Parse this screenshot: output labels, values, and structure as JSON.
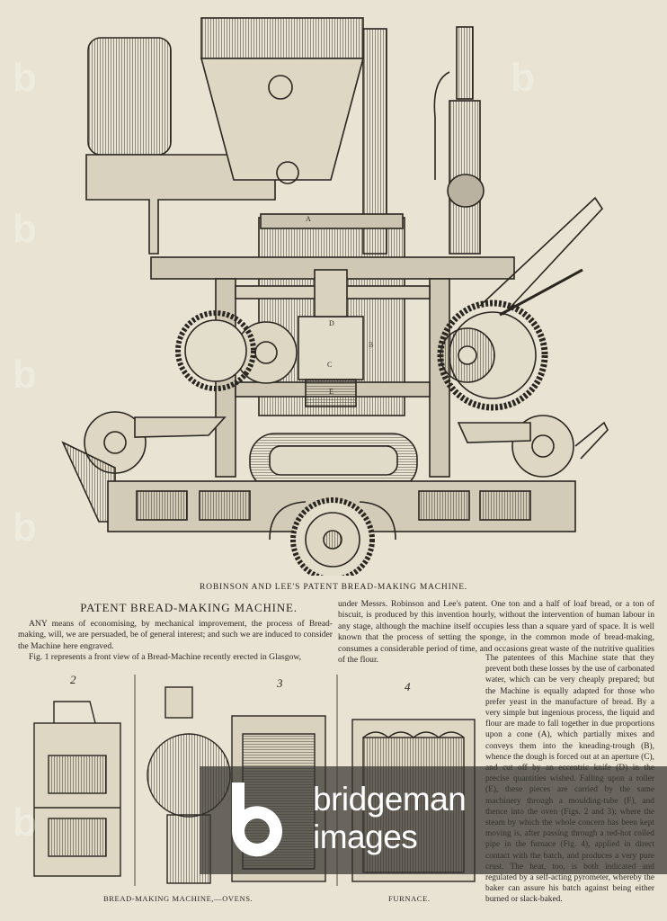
{
  "figure_caption": "ROBINSON AND LEE'S PATENT BREAD-MAKING MACHINE.",
  "labels": {
    "a": "A",
    "b": "B",
    "c": "C",
    "d": "D",
    "e": "E"
  },
  "article": {
    "title": "PATENT BREAD-MAKING MACHINE.",
    "left_paragraph_1": "ANY means of economising, by mechanical improvement, the process of Bread-making, will, we are persuaded, be of general interest; and such we are induced to consider the Machine here engraved.",
    "left_paragraph_2": "Fig. 1 represents a front view of a Bread-Machine recently erected in Glasgow,",
    "right_top": "under Messrs. Robinson and Lee's patent. One ton and a half of loaf bread, or a ton of biscuit, is produced by this invention hourly, without the intervention of human labour in any stage, although the machine itself occupies less than a square yard of space. It is well known that the process of setting the sponge, in the common mode of bread-making, consumes a considerable period of time, and occasions great waste of the nutritive qualities of the flour.",
    "right_narrow": "The patentees of this Machine state that they prevent both these losses by the use of carbonated water, which can be very cheaply prepared; but the Machine is equally adapted for those who prefer yeast in the manufacture of bread. By a very simple but ingenious process, the liquid and flour are made to fall together in due proportions upon a cone (A), which partially mixes and conveys them into the kneading-trough (B), whence the dough is forced out at an aperture (C), and cut off by an eccentric knife (D) in the precise quantities wished. Falling upon a roller (E), these pieces are carried by the same machinery through a moulding-tube (F), and thence into the oven (Figs. 2 and 3); where the steam by which the whole concern has been kept moving is, after passing through a red-hot coiled pipe in the furnace (Fig. 4), applied in direct contact with the batch, and produces a very pure crust. The heat, too, is both indicated and regulated by a self-acting pyrometer, whereby the baker can assure his batch against being either burned or slack-baked."
  },
  "figures": {
    "fig2_number": "2",
    "fig3_number": "3",
    "fig4_number": "4",
    "caption_ovens": "BREAD-MAKING MACHINE,—OVENS.",
    "caption_furnace": "FURNACE."
  },
  "watermark": {
    "line1": "bridgeman",
    "line2": "images",
    "faint_letter": "b"
  },
  "colors": {
    "paper": "#e8e3d3",
    "ink": "#2a2620",
    "watermark_band": "#373430"
  }
}
